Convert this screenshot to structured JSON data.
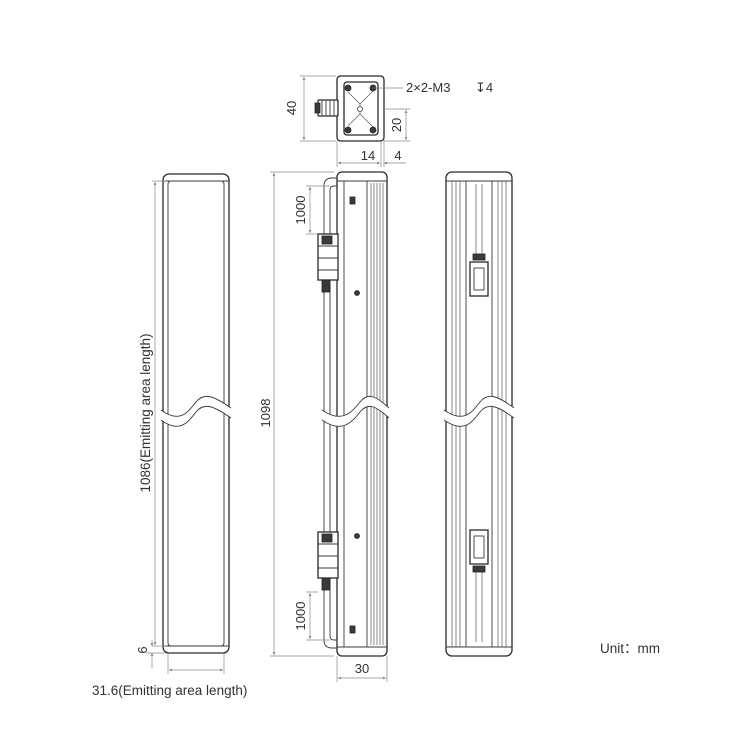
{
  "top_view": {
    "height_dim": "40",
    "hole_callout": "2×2-M3",
    "depth_symbol": "↧4",
    "offset_dim": "20",
    "width_dim_1": "14",
    "width_dim_2": "4"
  },
  "front_view": {
    "emitting_length_label": "1086(Emitting area length)",
    "end_margin_dim": "6",
    "emitting_width_label": "31.6(Emitting area length)"
  },
  "side_view": {
    "bracket_top_dim": "1000",
    "total_length_dim": "1098",
    "bracket_bottom_dim": "1000",
    "width_dim": "30"
  },
  "unit_label": "Unit：mm",
  "colors": {
    "outline": "#2a2a2a",
    "dimension": "#8a8a8a",
    "text": "#333333"
  }
}
